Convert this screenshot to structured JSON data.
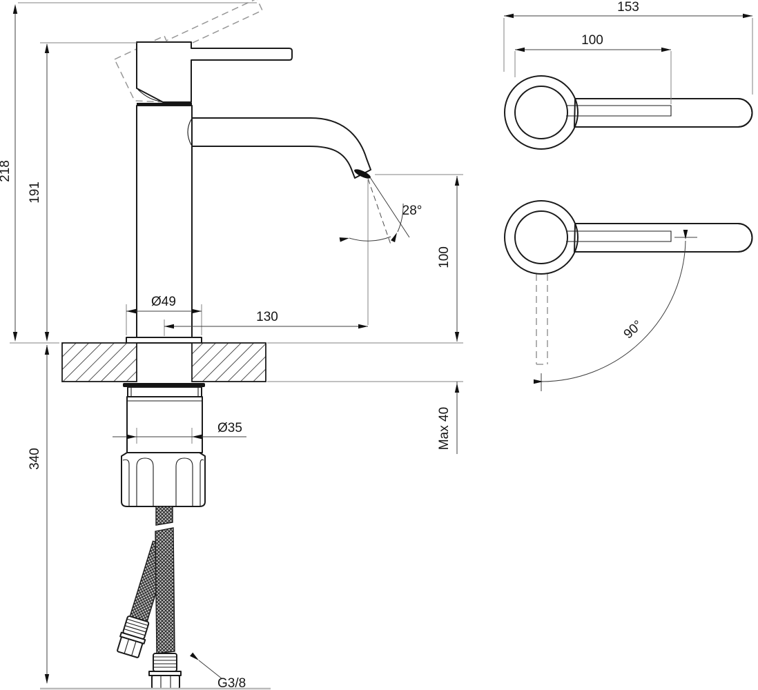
{
  "drawing": {
    "front_view": {
      "height_total": "218",
      "height_body": "191",
      "height_below_deck": "340",
      "base_diameter": "Ø49",
      "spout_reach": "130",
      "spout_height": "100",
      "stream_angle": "28°",
      "shank_diameter": "Ø35",
      "deck_thickness_max": "Max 40",
      "hose_thread": "G3/8"
    },
    "top_view": {
      "length_total": "153",
      "handle_length": "100",
      "handle_swivel_angle": "90°"
    },
    "colors": {
      "line": "#1a1a1a",
      "dimension": "#3c3c3c",
      "extension": "#828282",
      "background": "#ffffff"
    }
  }
}
